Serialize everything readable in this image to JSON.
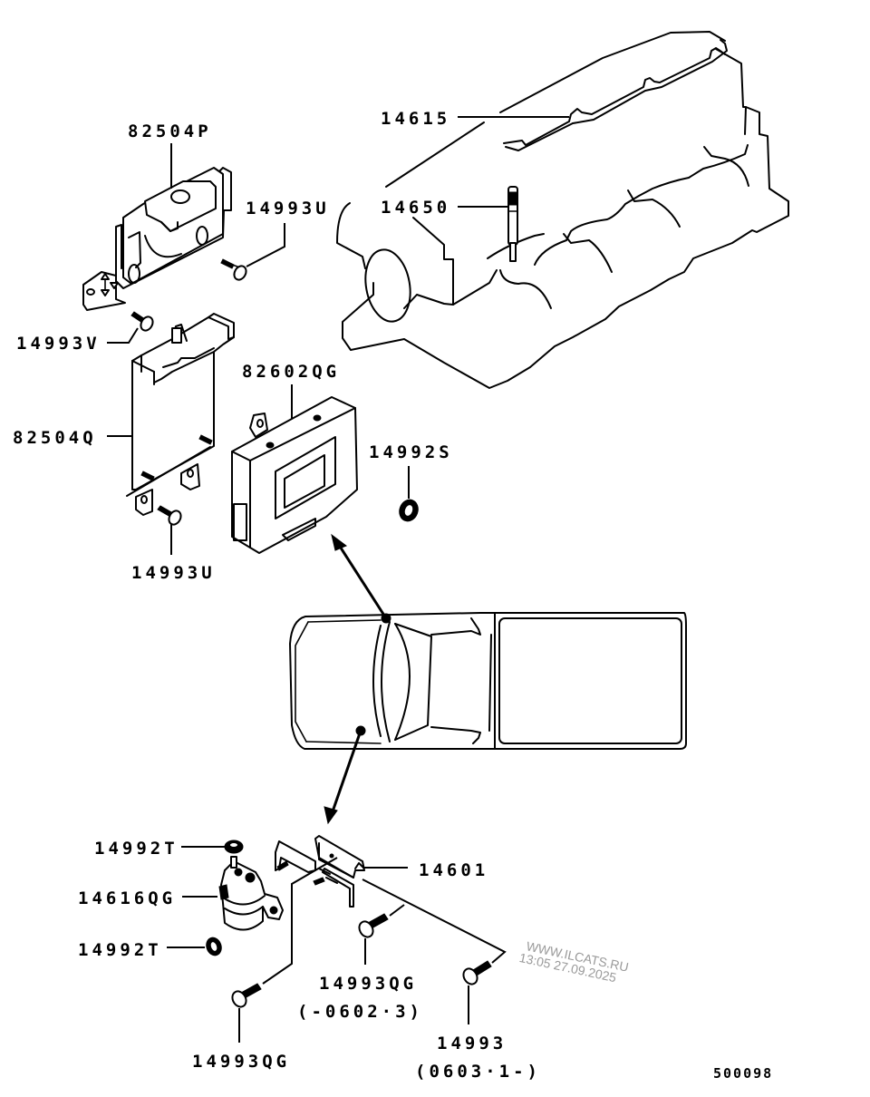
{
  "diagram": {
    "type": "parts-exploded-view",
    "reference_number": "500098",
    "watermark": {
      "line1": "WWW.ILCATS.RU",
      "line2": "13:05 27.09.2025"
    },
    "parts": [
      {
        "id": "p-82504P",
        "part_number": "82504P"
      },
      {
        "id": "p-14993U-top",
        "part_number": "14993U"
      },
      {
        "id": "p-14993V",
        "part_number": "14993V"
      },
      {
        "id": "p-82504Q",
        "part_number": "82504Q"
      },
      {
        "id": "p-14993U-bottom",
        "part_number": "14993U"
      },
      {
        "id": "p-82602QG",
        "part_number": "82602QG"
      },
      {
        "id": "p-14992S",
        "part_number": "14992S"
      },
      {
        "id": "p-14615",
        "part_number": "14615"
      },
      {
        "id": "p-14650",
        "part_number": "14650"
      },
      {
        "id": "p-14992T-top",
        "part_number": "14992T"
      },
      {
        "id": "p-14616QG",
        "part_number": "14616QG"
      },
      {
        "id": "p-14992T-bottom",
        "part_number": "14992T"
      },
      {
        "id": "p-14601",
        "part_number": "14601"
      },
      {
        "id": "p-14993QG-mid",
        "part_number": "14993QG",
        "range": "(-0602·3)"
      },
      {
        "id": "p-14993QG-left",
        "part_number": "14993QG"
      },
      {
        "id": "p-14993",
        "part_number": "14993",
        "range": "(0603·1-)"
      }
    ],
    "components": {
      "engine": "engine-cylinder-head",
      "vehicle": "pickup-truck-top-view",
      "control_unit": "glow-control-unit",
      "relay": "glow-plug-relay",
      "bracket": "relay-bracket"
    }
  }
}
